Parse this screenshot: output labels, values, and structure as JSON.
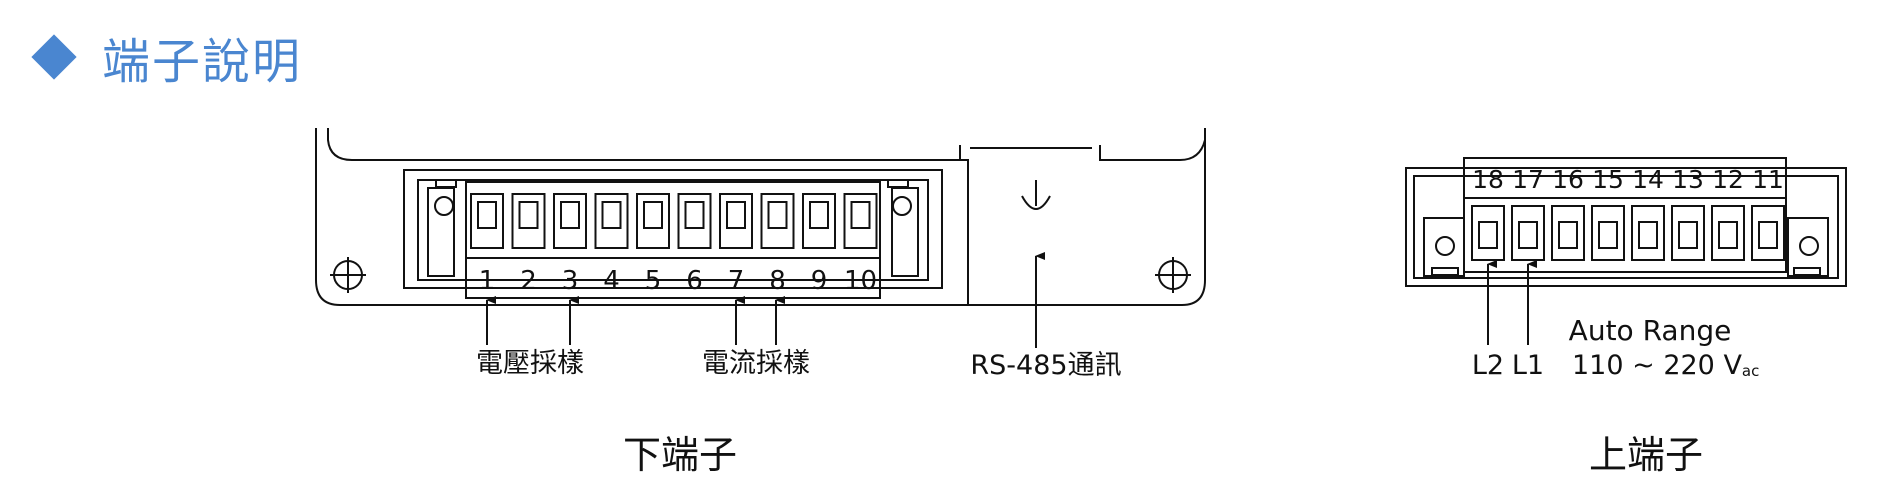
{
  "section": {
    "title": "端子說明"
  },
  "bottom_terminal": {
    "caption": "下端子",
    "pins": [
      "1",
      "2",
      "3",
      "4",
      "5",
      "6",
      "7",
      "8",
      "9",
      "10"
    ],
    "voltage_label": "電壓採樣",
    "current_label": "電流採樣",
    "rs485_label": "RS-485通訊"
  },
  "top_terminal": {
    "caption": "上端子",
    "pins": [
      "18",
      "17",
      "16",
      "15",
      "14",
      "13",
      "12",
      "11"
    ],
    "auto_range": "Auto Range",
    "l2": "L2",
    "l1": "L1",
    "voltage_range": "110 ~ 220 V",
    "voltage_sub": "ac"
  },
  "colors": {
    "accent": "#4a86d0",
    "line": "#111111"
  }
}
